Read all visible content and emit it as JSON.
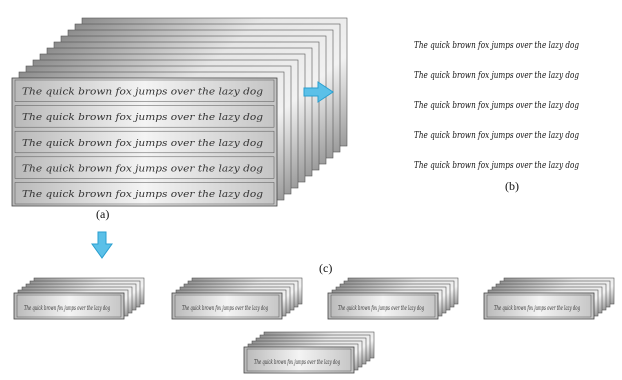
{
  "figure": {
    "handwriting_text": "The quick brown fox jumps over the lazy dog",
    "panel_labels": {
      "a": "(a)",
      "b": "(b)",
      "c": "(c)"
    },
    "arrow_color": "#5bc0e8",
    "panel_b_lines": [
      "The quick brown fox jumps over the lazy dog",
      "The quick brown fox jumps over the lazy dog",
      "The quick brown fox jumps over the lazy dog",
      "The quick brown fox jumps over the lazy dog",
      "The quick brown fox jumps over the lazy dog"
    ]
  }
}
